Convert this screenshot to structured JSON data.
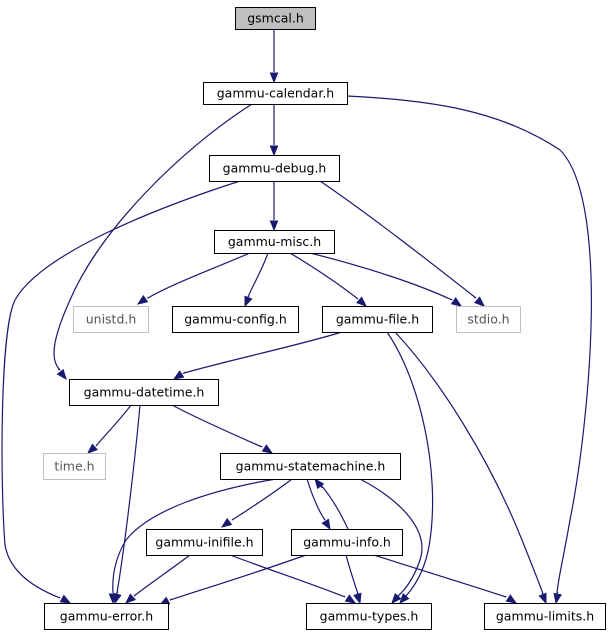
{
  "colors": {
    "edge": "#191970",
    "root_fill": "#bfbfbf",
    "node_border": "#000000",
    "system_border": "#bfbfbf",
    "system_text": "#555555",
    "node_fill": "#ffffff"
  },
  "nodes": [
    {
      "id": "gsmcal",
      "label": "gsmcal.h",
      "kind": "root"
    },
    {
      "id": "calendar",
      "label": "gammu-calendar.h",
      "kind": "local"
    },
    {
      "id": "debug",
      "label": "gammu-debug.h",
      "kind": "local"
    },
    {
      "id": "misc",
      "label": "gammu-misc.h",
      "kind": "local"
    },
    {
      "id": "unistd",
      "label": "unistd.h",
      "kind": "system"
    },
    {
      "id": "config",
      "label": "gammu-config.h",
      "kind": "local"
    },
    {
      "id": "file",
      "label": "gammu-file.h",
      "kind": "local"
    },
    {
      "id": "stdio",
      "label": "stdio.h",
      "kind": "system"
    },
    {
      "id": "datetime",
      "label": "gammu-datetime.h",
      "kind": "local"
    },
    {
      "id": "time",
      "label": "time.h",
      "kind": "system"
    },
    {
      "id": "statemachine",
      "label": "gammu-statemachine.h",
      "kind": "local"
    },
    {
      "id": "inifile",
      "label": "gammu-inifile.h",
      "kind": "local"
    },
    {
      "id": "info",
      "label": "gammu-info.h",
      "kind": "local"
    },
    {
      "id": "error",
      "label": "gammu-error.h",
      "kind": "local"
    },
    {
      "id": "types",
      "label": "gammu-types.h",
      "kind": "local"
    },
    {
      "id": "limits",
      "label": "gammu-limits.h",
      "kind": "local"
    }
  ],
  "edges": [
    {
      "from": "gsmcal",
      "to": "calendar"
    },
    {
      "from": "calendar",
      "to": "debug"
    },
    {
      "from": "calendar",
      "to": "datetime"
    },
    {
      "from": "calendar",
      "to": "limits"
    },
    {
      "from": "debug",
      "to": "misc"
    },
    {
      "from": "debug",
      "to": "stdio"
    },
    {
      "from": "debug",
      "to": "error"
    },
    {
      "from": "misc",
      "to": "unistd"
    },
    {
      "from": "misc",
      "to": "config"
    },
    {
      "from": "misc",
      "to": "file"
    },
    {
      "from": "misc",
      "to": "stdio"
    },
    {
      "from": "file",
      "to": "datetime"
    },
    {
      "from": "file",
      "to": "types"
    },
    {
      "from": "file",
      "to": "limits"
    },
    {
      "from": "datetime",
      "to": "time"
    },
    {
      "from": "datetime",
      "to": "statemachine"
    },
    {
      "from": "datetime",
      "to": "error"
    },
    {
      "from": "statemachine",
      "to": "inifile"
    },
    {
      "from": "statemachine",
      "to": "info"
    },
    {
      "from": "statemachine",
      "to": "error"
    },
    {
      "from": "statemachine",
      "to": "types"
    },
    {
      "from": "info",
      "to": "statemachine"
    },
    {
      "from": "inifile",
      "to": "error"
    },
    {
      "from": "inifile",
      "to": "types"
    },
    {
      "from": "info",
      "to": "error"
    },
    {
      "from": "info",
      "to": "types"
    },
    {
      "from": "info",
      "to": "limits"
    }
  ]
}
